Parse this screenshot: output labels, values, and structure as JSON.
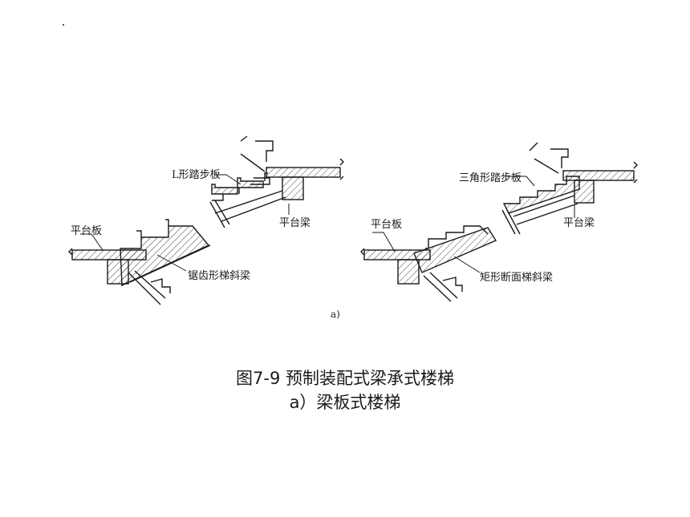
{
  "figure": {
    "caption_line1": "图7-9  预制装配式梁承式楼梯",
    "caption_line2": "a）梁板式楼梯",
    "sub_label": "a)"
  },
  "left_diagram": {
    "labels": {
      "tread": "L形踏步板",
      "landing_beam": "平台梁",
      "landing_slab": "平台板",
      "stringer": "锯齿形梯斜梁"
    }
  },
  "right_diagram": {
    "labels": {
      "tread": "三角形踏步板",
      "landing_beam": "平台梁",
      "landing_slab": "平台板",
      "stringer": "矩形断面梯斜梁"
    }
  },
  "colors": {
    "ink": "#1a1a1a",
    "background": "#ffffff"
  }
}
